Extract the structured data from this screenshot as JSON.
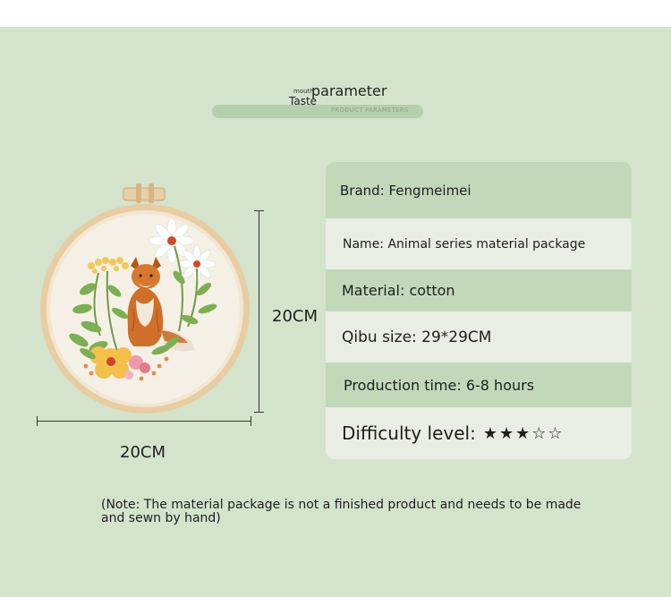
{
  "heading": {
    "small": "mouth",
    "title": "parameter",
    "sub": "Taste",
    "bar_text": "PRODUCT PARAMETERS"
  },
  "illustration": {
    "name": "embroidery-hoop-fox",
    "hoop_color": "#e6c9a0",
    "fabric_color": "#f3efe3"
  },
  "dimensions": {
    "height_label": "20CM",
    "width_label": "20CM"
  },
  "specs": {
    "brand": "Brand: Fengmeimei",
    "name": "Name: Animal series material package",
    "material": "Material: cotton",
    "size": "Qibu size: 29*29CM",
    "production_time": "Production time: 6-8 hours",
    "difficulty_label": "Difficulty level:",
    "difficulty_stars": "★★★☆☆",
    "difficulty_value": 3,
    "difficulty_max": 5
  },
  "note": "(Note: The material package is not a finished product and needs to be made and sewn by hand)",
  "colors": {
    "background": "#d4e3cc",
    "row_dark": "#c3d8bb",
    "row_light": "#e8eee4"
  }
}
